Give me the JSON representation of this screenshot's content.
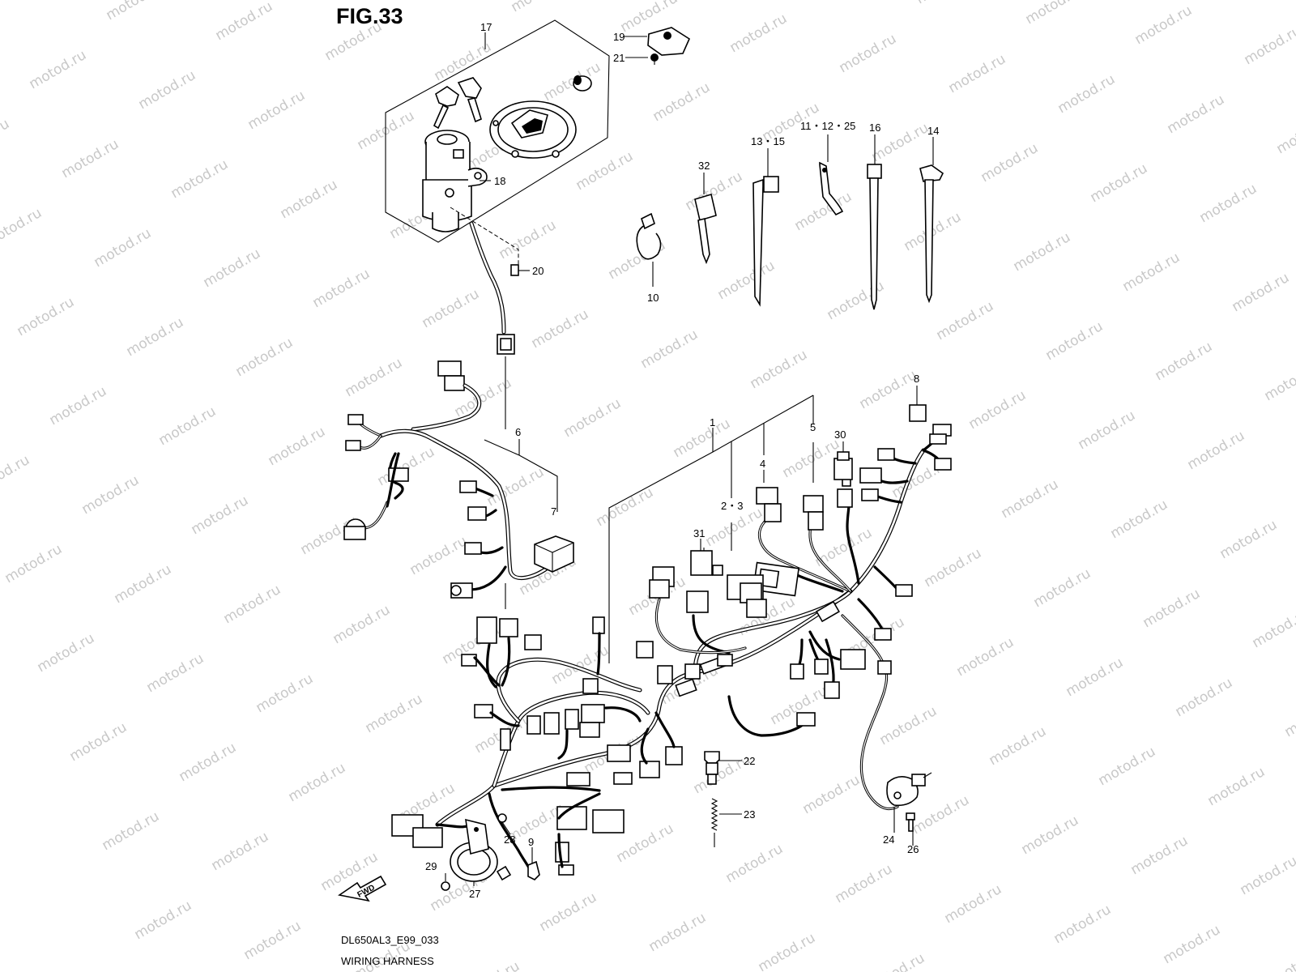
{
  "figure": {
    "title": "FIG.33",
    "code": "DL650AL3_E99_033",
    "caption": "WIRING HARNESS",
    "fwd_label": "FWD"
  },
  "watermark": {
    "text": "motod.ru"
  },
  "callouts": {
    "c1": "1",
    "c23": "2・3",
    "c4": "4",
    "c5": "5",
    "c6": "6",
    "c7": "7",
    "c8": "8",
    "c9": "9",
    "c10": "10",
    "c11": "11・12・25",
    "c13": "13・15",
    "c14": "14",
    "c16": "16",
    "c17": "17",
    "c18": "18",
    "c19": "19",
    "c20": "20",
    "c21": "21",
    "c22": "22",
    "c23b": "23",
    "c24": "24",
    "c26": "26",
    "c27": "27",
    "c28": "28",
    "c29": "29",
    "c30": "30",
    "c31": "31",
    "c32": "32"
  }
}
